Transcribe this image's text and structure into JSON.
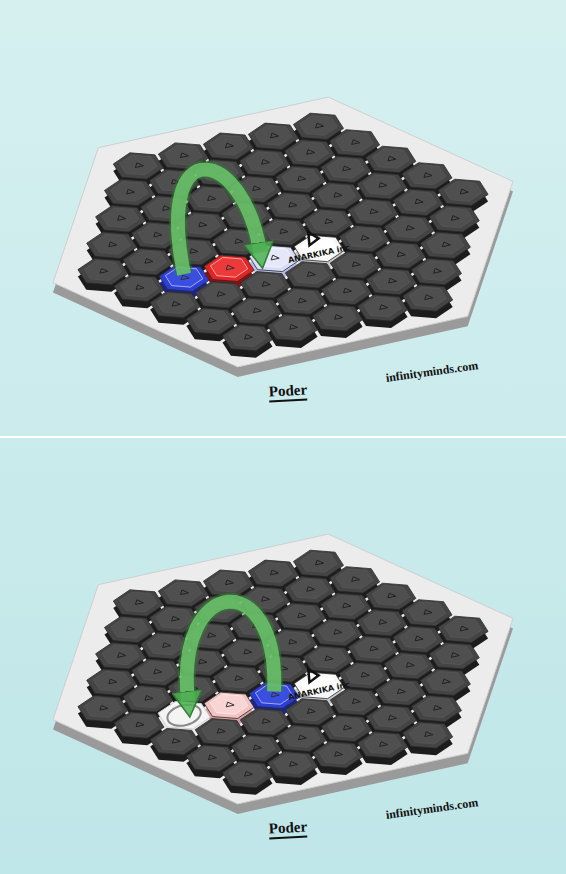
{
  "diagram": {
    "labels": [
      "ANARKIKA inc",
      "Poder",
      "infinityminds.com",
      "ANARKIKA inc",
      "Poder",
      "infinityminds.com"
    ]
  }
}
